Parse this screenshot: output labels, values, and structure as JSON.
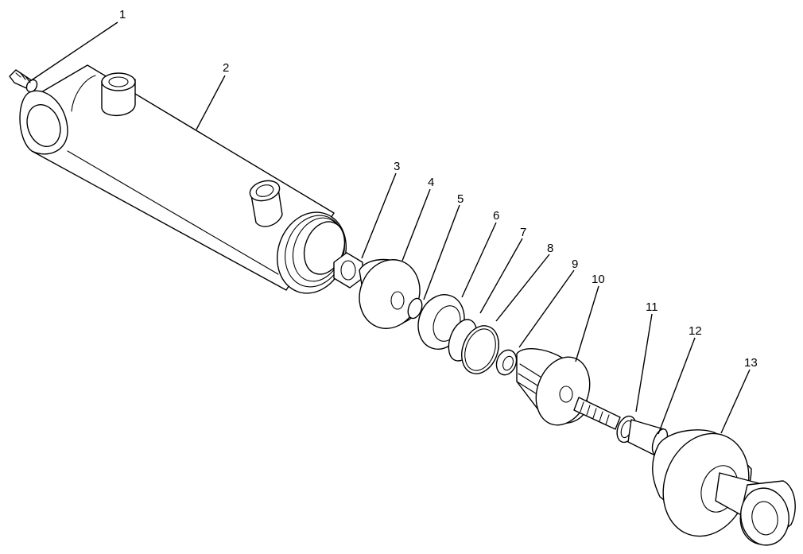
{
  "callouts": {
    "c1": "1",
    "c2": "2",
    "c3": "3",
    "c4": "4",
    "c5": "5",
    "c6": "6",
    "c7": "7",
    "c8": "8",
    "c9": "9",
    "c10": "10",
    "c11": "11",
    "c12": "12",
    "c13": "13"
  },
  "colors": {
    "line": "#000000",
    "background": "#ffffff"
  }
}
